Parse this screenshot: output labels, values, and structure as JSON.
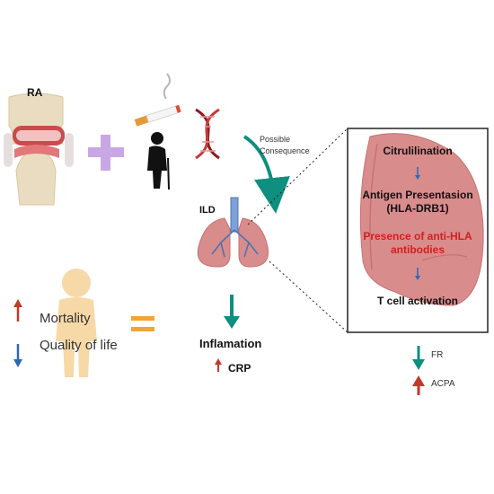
{
  "labels": {
    "ra": "RA",
    "possible": "Possible",
    "consequence": "Consequence",
    "ild": "ILD",
    "mortality": "Mortality",
    "quality_of_life": "Quality of life",
    "inflamation": "Inflamation",
    "crp": "CRP",
    "fr": "FR",
    "acpa": "ACPA"
  },
  "pathway": {
    "step1": "Citrulilination",
    "step2_line1": "Antigen Presentasion",
    "step2_line2": "(HLA-DRB1)",
    "step3_line1": "Presence of anti-HLA",
    "step3_line2": "antibodies",
    "step4": "T cell activation"
  },
  "colors": {
    "teal": "#0e8f7f",
    "red": "#c0392b",
    "blue": "#2f66b0",
    "purple": "#c9a6e6",
    "orange": "#f0a535",
    "lung": "#d98c8c",
    "lung_dark": "#c77272",
    "body": "#f6d9a6",
    "step3_text": "#d0201f"
  },
  "icons": [
    "knee-joint-icon",
    "plus-icon",
    "cigarette-icon",
    "elderly-person-icon",
    "dna-icon",
    "lungs-icon",
    "person-icon",
    "equals-icon"
  ]
}
